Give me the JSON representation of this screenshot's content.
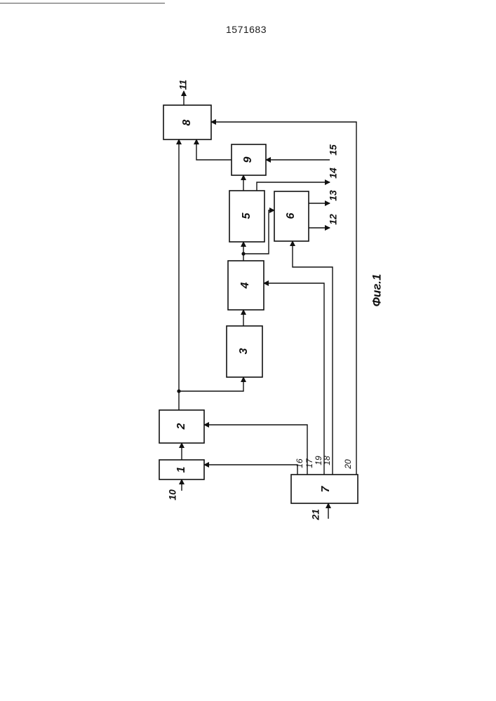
{
  "document": {
    "number": "1571683",
    "figure_caption": "Фиг.1"
  },
  "blocks": [
    {
      "id": "b1",
      "label": "1"
    },
    {
      "id": "b2",
      "label": "2"
    },
    {
      "id": "b3",
      "label": "3"
    },
    {
      "id": "b4",
      "label": "4"
    },
    {
      "id": "b5",
      "label": "5"
    },
    {
      "id": "b6",
      "label": "6"
    },
    {
      "id": "b7",
      "label": "7"
    },
    {
      "id": "b8",
      "label": "8"
    },
    {
      "id": "b9",
      "label": "9"
    }
  ],
  "terminals": {
    "t10": "10",
    "t11": "11",
    "t12": "12",
    "t13": "13",
    "t14": "14",
    "t15": "15",
    "t21": "21"
  },
  "outputs_of_7": {
    "o16": "16",
    "o17": "17",
    "o18": "18",
    "o19": "19",
    "o20": "20"
  }
}
